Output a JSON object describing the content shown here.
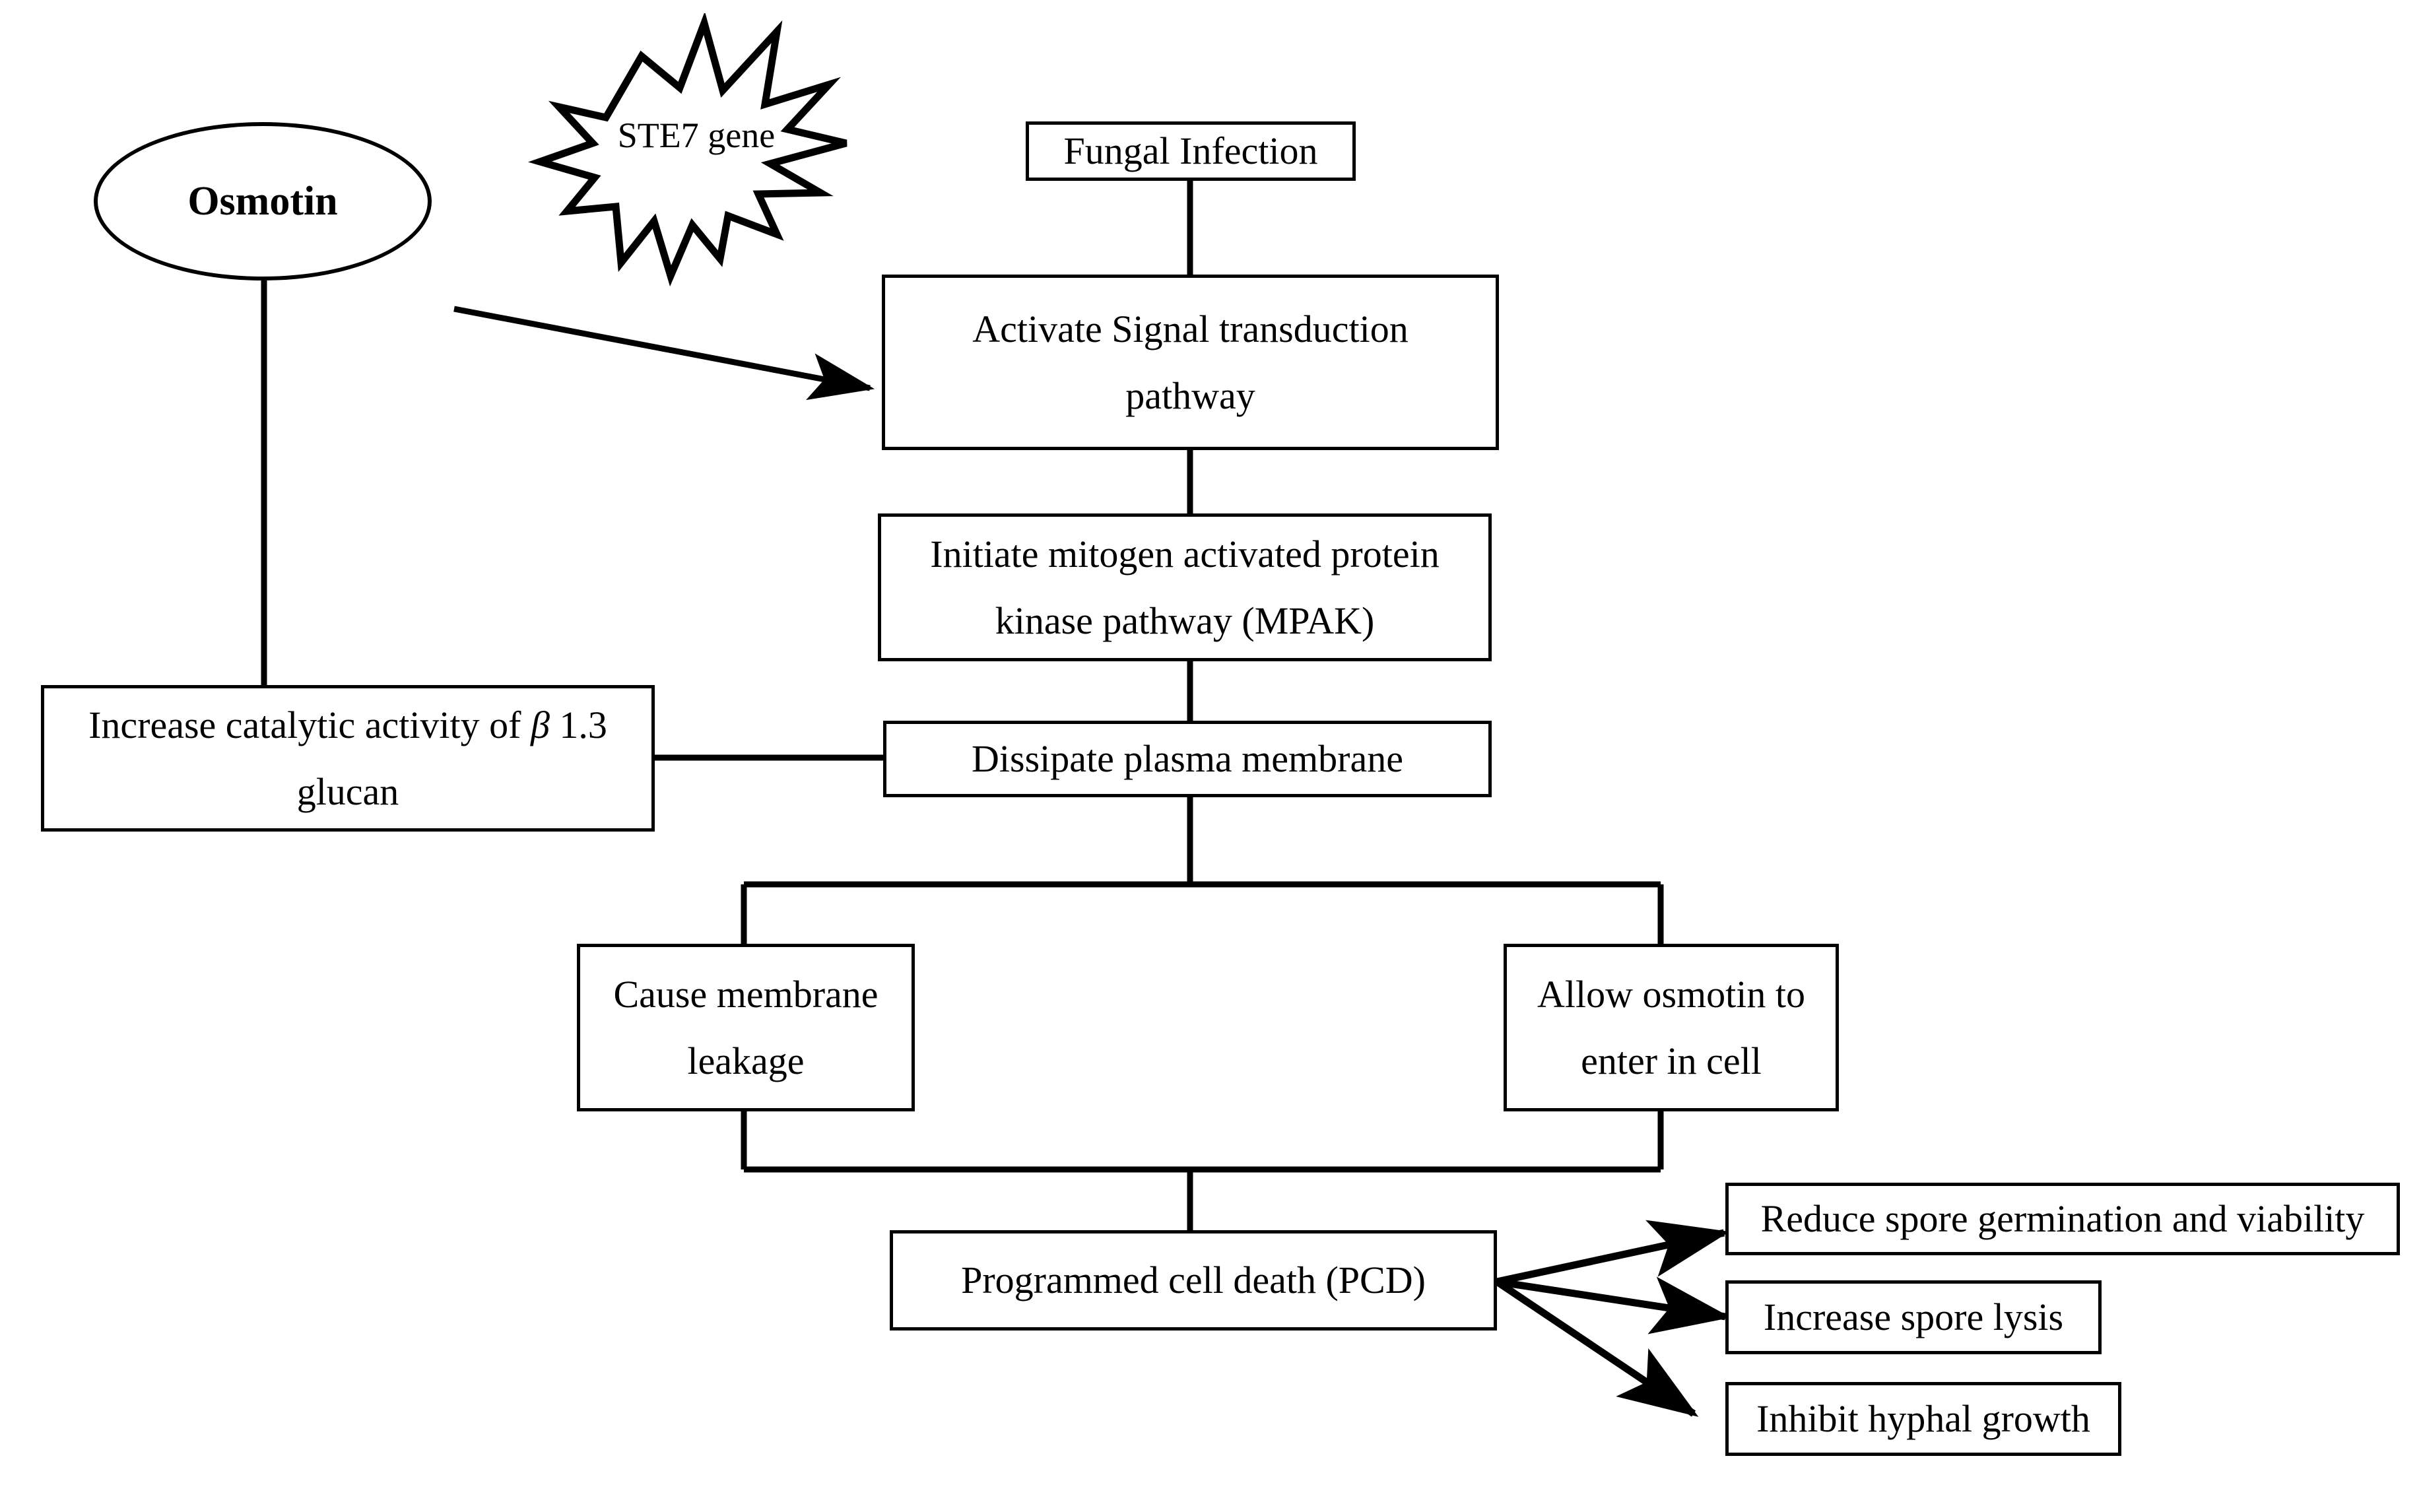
{
  "diagram": {
    "title": "Osmotin antifungal signalling pathway flowchart",
    "style": {
      "stroke": "#000000",
      "fill": "#ffffff",
      "background": "#ffffff"
    }
  },
  "nodes": {
    "osmotin": {
      "label": "Osmotin",
      "shape": "ellipse"
    },
    "ste7": {
      "label": "STE7 gene",
      "shape": "explosion-burst"
    },
    "fungal_infection": {
      "label": "Fungal Infection",
      "shape": "rect"
    },
    "activate_signal": {
      "label": "Activate Signal transduction\npathway",
      "shape": "rect"
    },
    "mpak": {
      "label": "Initiate mitogen activated protein\nkinase pathway (MPAK)",
      "shape": "rect"
    },
    "dissipate": {
      "label": "Dissipate plasma membrane",
      "shape": "rect"
    },
    "glucan_pre": {
      "label": "Increase catalytic activity of ",
      "glucan_beta": "β",
      "glucan_post": " 1.3\nglucan",
      "shape": "rect"
    },
    "membrane_leakage": {
      "label": "Cause membrane\nleakage",
      "shape": "rect"
    },
    "allow_osmotin": {
      "label": "Allow osmotin to\nenter in cell",
      "shape": "rect"
    },
    "pcd": {
      "label": "Programmed cell death (PCD)",
      "shape": "rect"
    },
    "reduce_spore": {
      "label": "Reduce spore germination and viability",
      "shape": "rect"
    },
    "increase_lysis": {
      "label": "Increase spore lysis",
      "shape": "rect"
    },
    "inhibit_hyphal": {
      "label": "Inhibit hyphal growth",
      "shape": "rect"
    }
  },
  "edges": [
    {
      "from": "osmotin",
      "to": "activate_signal",
      "type": "arrow-diagonal"
    },
    {
      "from": "osmotin",
      "to": "glucan",
      "type": "line-vertical"
    },
    {
      "from": "fungal_infection",
      "to": "activate_signal",
      "type": "line-vertical"
    },
    {
      "from": "activate_signal",
      "to": "mpak",
      "type": "line-vertical"
    },
    {
      "from": "mpak",
      "to": "dissipate",
      "type": "line-vertical"
    },
    {
      "from": "glucan",
      "to": "dissipate",
      "type": "line-horizontal"
    },
    {
      "from": "dissipate",
      "to": "membrane_leakage",
      "type": "line-split"
    },
    {
      "from": "dissipate",
      "to": "allow_osmotin",
      "type": "line-split"
    },
    {
      "from": "membrane_leakage",
      "to": "pcd",
      "type": "line-merge"
    },
    {
      "from": "allow_osmotin",
      "to": "pcd",
      "type": "line-merge"
    },
    {
      "from": "pcd",
      "to": "reduce_spore",
      "type": "arrow-fan"
    },
    {
      "from": "pcd",
      "to": "increase_lysis",
      "type": "arrow-fan"
    },
    {
      "from": "pcd",
      "to": "inhibit_hyphal",
      "type": "arrow-fan"
    }
  ]
}
